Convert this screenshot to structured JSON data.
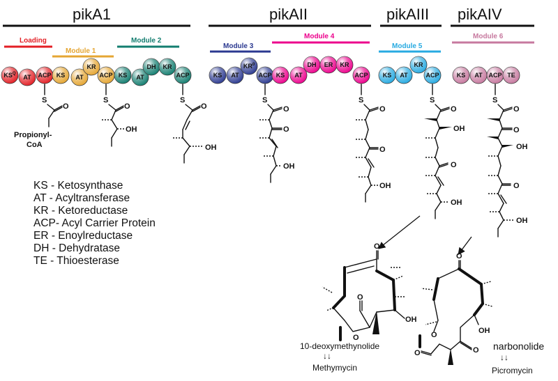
{
  "genes": [
    {
      "name": "pikA1"
    },
    {
      "name": "pikAII"
    },
    {
      "name": "pikAIII"
    },
    {
      "name": "pikAIV"
    }
  ],
  "modules": [
    {
      "label": "Loading",
      "color": "#e31e24"
    },
    {
      "label": "Module 1",
      "color": "#e5a633"
    },
    {
      "label": "Module 2",
      "color": "#127d6f"
    },
    {
      "label": "Module 3",
      "color": "#2b3990"
    },
    {
      "label": "Module 4",
      "color": "#ec008c"
    },
    {
      "label": "Module 5",
      "color": "#27aae1"
    },
    {
      "label": "Module 6",
      "color": "#c7799f"
    }
  ],
  "domains": [
    {
      "label": "KS",
      "sup": "Q",
      "module": 0
    },
    {
      "label": "AT",
      "module": 0
    },
    {
      "label": "ACP",
      "module": 0
    },
    {
      "label": "KS",
      "module": 1
    },
    {
      "label": "AT",
      "module": 1
    },
    {
      "label": "KR",
      "module": 1
    },
    {
      "label": "ACP",
      "module": 1
    },
    {
      "label": "KS",
      "module": 2
    },
    {
      "label": "AT",
      "module": 2
    },
    {
      "label": "DH",
      "module": 2
    },
    {
      "label": "KR",
      "module": 2
    },
    {
      "label": "ACP",
      "module": 2
    },
    {
      "label": "KS",
      "module": 3
    },
    {
      "label": "AT",
      "module": 3
    },
    {
      "label": "KR",
      "sup": "0",
      "module": 3
    },
    {
      "label": "ACP",
      "module": 3
    },
    {
      "label": "KS",
      "module": 4
    },
    {
      "label": "AT",
      "module": 4
    },
    {
      "label": "DH",
      "module": 4
    },
    {
      "label": "ER",
      "module": 4
    },
    {
      "label": "KR",
      "module": 4
    },
    {
      "label": "ACP",
      "module": 4
    },
    {
      "label": "KS",
      "module": 5
    },
    {
      "label": "AT",
      "module": 5
    },
    {
      "label": "KR",
      "module": 5
    },
    {
      "label": "ACP",
      "module": 5
    },
    {
      "label": "KS",
      "module": 6
    },
    {
      "label": "AT",
      "module": 6
    },
    {
      "label": "ACP",
      "module": 6
    },
    {
      "label": "TE",
      "module": 6
    }
  ],
  "atoms": {
    "sulfur": "S",
    "oxygen": "O",
    "hydroxyl": "OH"
  },
  "starter": "Propionyl-\nCoA",
  "starter_lines": [
    "Propionyl-",
    "CoA"
  ],
  "legend": [
    "KS - Ketosynthase",
    "AT - Acyltransferase",
    "KR - Ketoreductase",
    "ACP- Acyl Carrier Protein",
    "ER - Enoylreductase",
    "DH - Dehydratase",
    "TE - Thioesterase"
  ],
  "products": [
    {
      "name": "10-deoxymethynolide",
      "final": "Methymycin"
    },
    {
      "name": "narbonolide",
      "final": "Picromycin"
    }
  ],
  "arrows_between": "↓↓"
}
